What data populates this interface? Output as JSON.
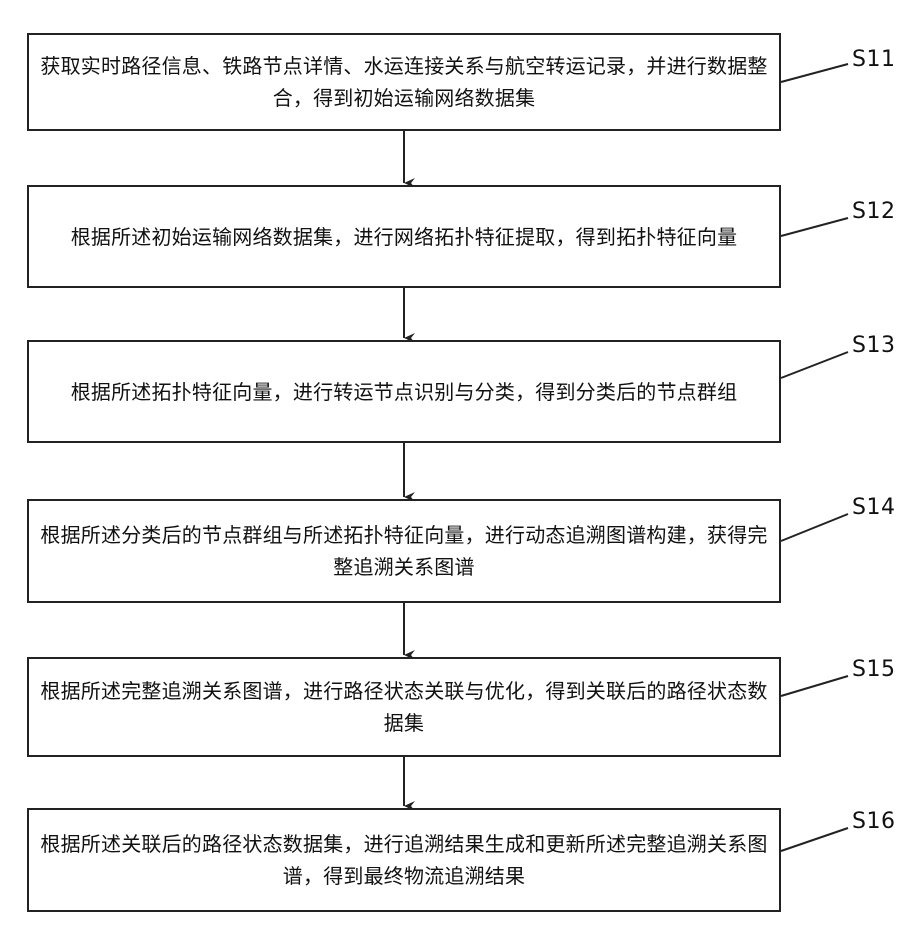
{
  "steps": [
    {
      "label": "S11",
      "text": "获取实时路径信息、铁路节点详情、水运连接关系与航空转运记录，并进行数据整合，得到初始运输网络数据集"
    },
    {
      "label": "S12",
      "text": "根据所述初始运输网络数据集，进行网络拓扑特征提取，得到拓扑特征向量"
    },
    {
      "label": "S13",
      "text": "根据所述拓扑特征向量，进行转运节点识别与分类，得到分类后的节点群组"
    },
    {
      "label": "S14",
      "text": "根据所述分类后的节点群组与所述拓扑特征向量，进行动态追溯图谱构建，获得完整追溯关系图谱"
    },
    {
      "label": "S15",
      "text": "根据所述完整追溯关系图谱，进行路径状态关联与优化，得到关联后的路径状态数据集"
    },
    {
      "label": "S16",
      "text": "根据所述关联后的路径状态数据集，进行追溯结果生成和更新所述完整追溯关系图谱，得到最终物流追溯结果"
    }
  ]
}
